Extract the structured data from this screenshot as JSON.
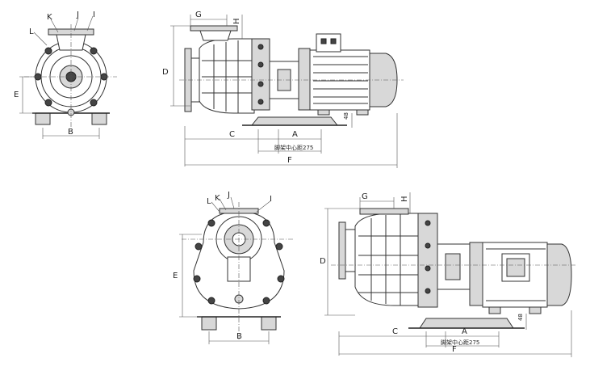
{
  "views": {
    "top_front": {
      "labels": {
        "k": "K",
        "j": "J",
        "i": "I",
        "l": "L",
        "e": "E",
        "b": "B"
      }
    },
    "top_side": {
      "labels": {
        "g": "G",
        "h": "H",
        "d": "D",
        "c": "C",
        "a": "A",
        "f": "F",
        "dim_48": "48",
        "center_note": "脚架中心距275"
      }
    },
    "bottom_front": {
      "labels": {
        "l": "L",
        "k": "K",
        "j": "J",
        "i": "I",
        "e": "E",
        "b": "B"
      }
    },
    "bottom_side": {
      "labels": {
        "g": "G",
        "h": "H",
        "d": "D",
        "c": "C",
        "a": "A",
        "f": "F",
        "dim_48": "48",
        "center_note": "脚架中心距275"
      }
    }
  }
}
